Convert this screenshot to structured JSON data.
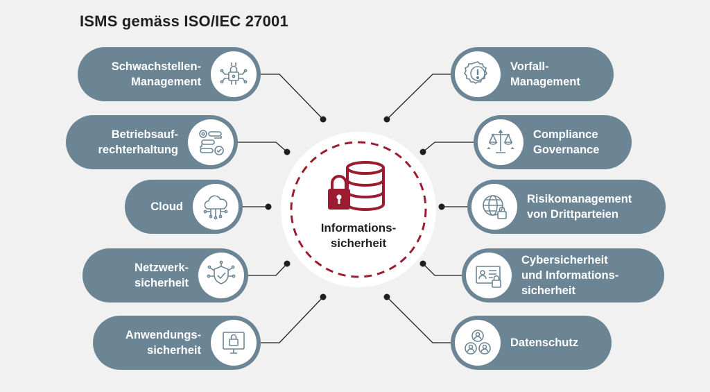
{
  "title": "ISMS gemäss ISO/IEC 27001",
  "center": {
    "label": "Informations-\nsicherheit",
    "icon": "database-lock-icon"
  },
  "colors": {
    "pill": "#6b8595",
    "accent": "#9b1b30",
    "line": "#1f1f1f"
  },
  "left_items": [
    {
      "label": "Schwachstellen-\nManagement",
      "icon": "circuit-lock-icon"
    },
    {
      "label": "Betriebsauf-\nrechterhaltung",
      "icon": "workflow-gear-check-icon"
    },
    {
      "label": "Cloud",
      "icon": "cloud-network-icon"
    },
    {
      "label": "Netzwerk-\nsicherheit",
      "icon": "network-shield-icon"
    },
    {
      "label": "Anwendungs-\nsicherheit",
      "icon": "monitor-lock-icon"
    }
  ],
  "right_items": [
    {
      "label": "Vorfall-\nManagement",
      "icon": "alert-gear-icon"
    },
    {
      "label": "Compliance\nGovernance",
      "icon": "scales-icon"
    },
    {
      "label": "Risikomanagement\nvon Drittparteien",
      "icon": "globe-lock-icon"
    },
    {
      "label": "Cybersicherheit\nund Informations-\nsicherheit",
      "icon": "id-card-lock-icon"
    },
    {
      "label": "Datenschutz",
      "icon": "people-group-icon"
    }
  ]
}
